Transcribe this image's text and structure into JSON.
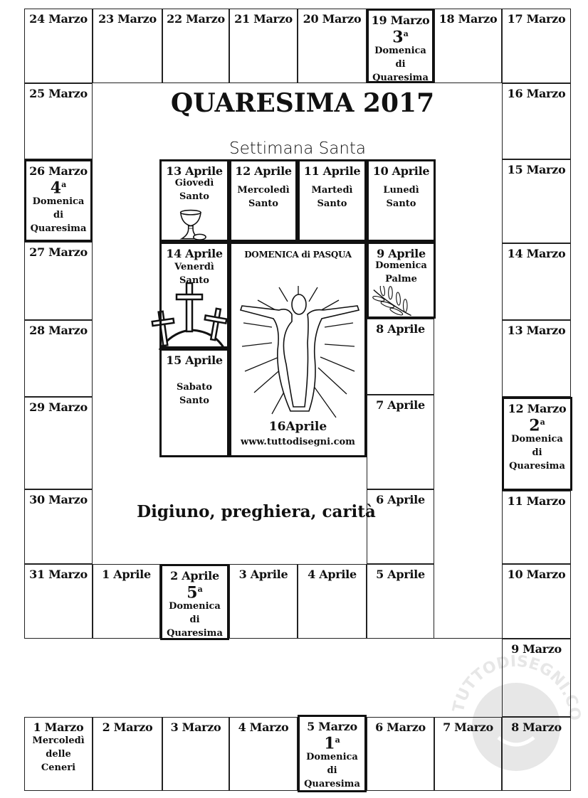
{
  "title": "QUARESIMA 2017",
  "subtitle": "Settimana Santa",
  "motto": "Digiuno, preghiera, carità",
  "watermark": "TUTTODISEGNI.COM",
  "cells": [
    {
      "date": "24 Marzo"
    },
    {
      "date": "23 Marzo"
    },
    {
      "date": "22 Marzo"
    },
    {
      "date": "21 Marzo"
    },
    {
      "date": "20 Marzo"
    },
    {
      "date": "19 Marzo",
      "ordinal": "3",
      "sup": "a",
      "note": "Domenica\ndi\nQuaresima"
    },
    {
      "date": "18 Marzo"
    },
    {
      "date": "17 Marzo"
    },
    {
      "date": "25 Marzo"
    },
    {
      "date": "26 Marzo",
      "ordinal": "4",
      "sup": "a",
      "note": "Domenica\ndi\nQuaresima"
    },
    {
      "date": "27 Marzo"
    },
    {
      "date": "28 Marzo"
    },
    {
      "date": "29 Marzo"
    },
    {
      "date": "30 Marzo"
    },
    {
      "date": "31 Marzo"
    },
    {
      "date": "1 Aprile"
    },
    {
      "date": "2 Aprile",
      "ordinal": "5",
      "sup": "a",
      "note": "Domenica\ndi\nQuaresima"
    },
    {
      "date": "3 Aprile"
    },
    {
      "date": "4 Aprile"
    },
    {
      "date": "5 Aprile"
    },
    {
      "date": "6 Aprile"
    },
    {
      "date": "7 Aprile"
    },
    {
      "date": "8 Aprile"
    },
    {
      "date": "9 Aprile",
      "note": "Domenica\nPalme"
    },
    {
      "date": "10 Aprile",
      "note": "Lunedì\nSanto"
    },
    {
      "date": "11 Aprile",
      "note": "Martedì\nSanto"
    },
    {
      "date": "12 Aprile",
      "note": "Mercoledì\nSanto"
    },
    {
      "date": "13 Aprile",
      "note": "Giovedì\nSanto"
    },
    {
      "date": "14 Aprile",
      "note": "Venerdì\nSanto"
    },
    {
      "date": "15 Aprile",
      "note": "\nSabato\nSanto"
    },
    {
      "date": "DOMENICA di PASQUA"
    },
    {
      "date": "16 Marzo"
    },
    {
      "date": "15 Marzo"
    },
    {
      "date": "14 Marzo"
    },
    {
      "date": "13 Marzo"
    },
    {
      "date": "12 Marzo",
      "ordinal": "2",
      "sup": "a",
      "note": "Domenica\ndi\nQuaresima"
    },
    {
      "date": "11 Marzo"
    },
    {
      "date": "10 Marzo"
    },
    {
      "date": "9 Marzo"
    },
    {
      "date": "1 Marzo",
      "note": "Mercoledì\ndelle\nCeneri"
    },
    {
      "date": "2 Marzo"
    },
    {
      "date": "3 Marzo"
    },
    {
      "date": "4 Marzo"
    },
    {
      "date": "5 Marzo",
      "ordinal": "1",
      "sup": "a",
      "note": "Domenica\ndi\nQuaresima"
    },
    {
      "date": "6 Marzo"
    },
    {
      "date": "7 Marzo"
    },
    {
      "date": "8 Marzo"
    }
  ],
  "easter": {
    "date": "16Aprile",
    "website": "www.tuttodisegni.com"
  }
}
